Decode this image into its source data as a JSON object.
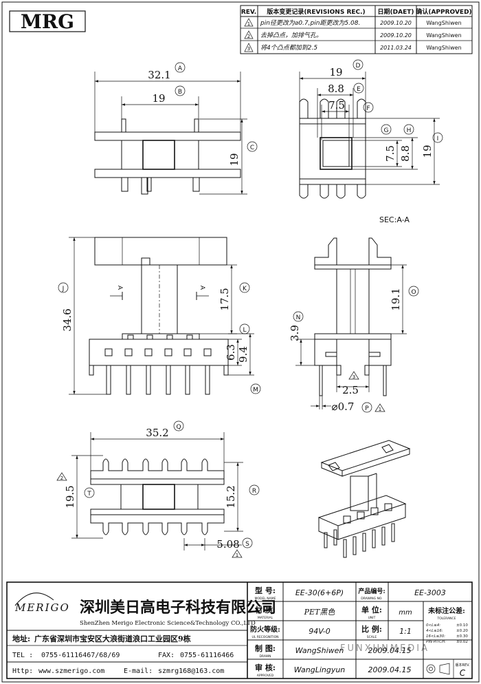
{
  "logo": {
    "text": "MRG"
  },
  "revision_table": {
    "headers": {
      "rev": "REV.",
      "desc": "版本变更记录(REVISIONS REC.)",
      "date": "日期(DAET)",
      "approved": "确认(APPROVED)"
    },
    "rows": [
      {
        "rev": "1",
        "desc": "pin径更改为⌀0.7,pin距更改为5.08.",
        "date": "2009.10.20",
        "approved": "WangShiwen"
      },
      {
        "rev": "2",
        "desc": "去掉凸点，加排气孔。",
        "date": "2009.10.20",
        "approved": "WangShiwen"
      },
      {
        "rev": "3",
        "desc": "将4个凸点都加到2.5",
        "date": "2011.03.24",
        "approved": "WangShiwen"
      }
    ]
  },
  "dimensions": {
    "A": "32.1",
    "B": "19",
    "C": "19",
    "D": "19",
    "E": "8.8",
    "F": "7.5",
    "G": "7.5",
    "H": "8.8",
    "I": "19",
    "J": "34.6",
    "K": "17.5",
    "L": "6.3",
    "M": "9.4",
    "N": "3.9",
    "O": "19.1",
    "P": "⌀0.7",
    "P_rev": "1",
    "W": "2.5",
    "W_rev": "3",
    "Q": "35.2",
    "R": "15.2",
    "T": "19.5",
    "T_rev": "2",
    "S": "5.08",
    "S_rev": "1"
  },
  "section_label": "SEC:A-A",
  "section_marks": {
    "left": "A",
    "right": "A"
  },
  "title_block": {
    "brand": "MERIGO",
    "company_cn": "深圳美日高电子科技有限公司",
    "company_en": "ShenZhen Merigo Electronic Science&Technology CO.,LTD",
    "address_label": "地址:",
    "address": "广东省深圳市宝安区大浪街道浪口工业园区9栋",
    "tel_label": "TEL :",
    "tel": "0755-61116467/68/69",
    "fax_label": "FAX:",
    "fax": "0755-61116466",
    "http_label": "Http:",
    "web": "www.szmerigo.com",
    "email_label": "E-mail:",
    "email": "szmrg168@163.com",
    "model_label": "型 号:",
    "model_sub": "MODEL NAME",
    "model": "EE-30(6+6P)",
    "drawing_label": "产品编号:",
    "drawing_sub": "DRAWING NO.",
    "drawing_no": "EE-3003",
    "material_label": "材 质:",
    "material_sub": "MATERIAL",
    "material": "PET黑色",
    "unit_label": "单 位:",
    "unit_sub": "UNIT",
    "unit": "mm",
    "tolerance_label": "未标注公差:",
    "tolerance_sub": "TOLERANCE",
    "tolerances": [
      {
        "range": "0<L≤4:",
        "value": "±0.10"
      },
      {
        "range": "4<L≤16:",
        "value": "±0.20"
      },
      {
        "range": "16<L≤30:",
        "value": "±0.30"
      },
      {
        "range": "PIN PITCH:",
        "value": "±0.02"
      }
    ],
    "ul_label": "防火等级:",
    "ul_sub": "UL RECOGNITION",
    "ul": "94V-0",
    "scale_label": "比 例:",
    "scale_sub": "SCALE",
    "scale": "1:1",
    "drawn_label": "制 图:",
    "drawn_sub": "DRAWN",
    "drawn_by": "WangShiwen",
    "drawn_date": "2009.04.15",
    "checked_label": "审 核:",
    "checked_sub": "APPROVED",
    "checked_by": "WangLingyun",
    "checked_date": "2009.04.15",
    "rev_label": "版本REV.",
    "rev": "C",
    "watermark": "FUNXUNMEDIA"
  }
}
